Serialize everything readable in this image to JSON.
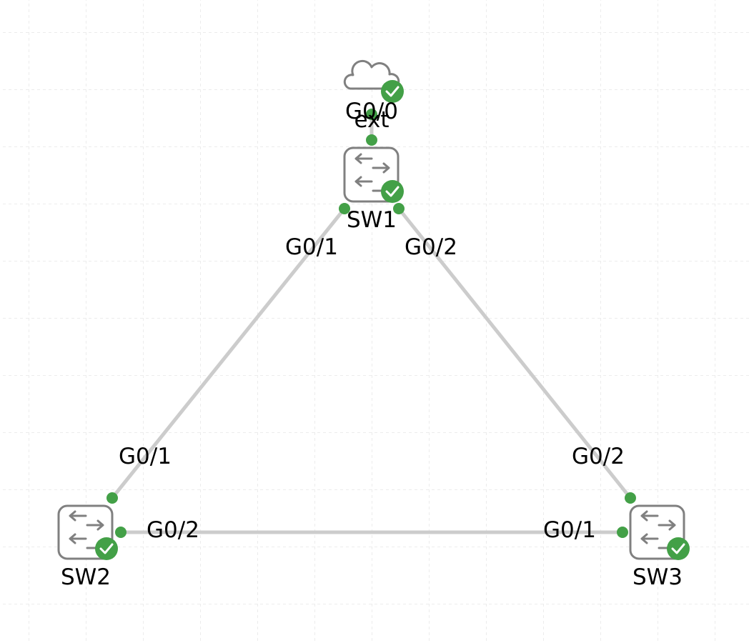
{
  "colors": {
    "background": "#ffffff",
    "grid": "#e6e6e6",
    "link": "#cccccc",
    "status_ok": "#43a047",
    "device_stroke": "#808080",
    "text": "#000000"
  },
  "nodes": {
    "ext": {
      "label": "ext",
      "type": "cloud",
      "status": "ok",
      "icon": "cloud-icon"
    },
    "sw1": {
      "label": "SW1",
      "type": "switch",
      "status": "ok",
      "icon": "switch-icon"
    },
    "sw2": {
      "label": "SW2",
      "type": "switch",
      "status": "ok",
      "icon": "switch-icon"
    },
    "sw3": {
      "label": "SW3",
      "type": "switch",
      "status": "ok",
      "icon": "switch-icon"
    }
  },
  "links": [
    {
      "a": "ext",
      "b": "sw1",
      "a_if": "G0/0",
      "b_if": ""
    },
    {
      "a": "sw1",
      "b": "sw2",
      "a_if": "G0/1",
      "b_if": "G0/1"
    },
    {
      "a": "sw1",
      "b": "sw3",
      "a_if": "G0/2",
      "b_if": "G0/2"
    },
    {
      "a": "sw2",
      "b": "sw3",
      "a_if": "G0/2",
      "b_if": "G0/1"
    }
  ]
}
